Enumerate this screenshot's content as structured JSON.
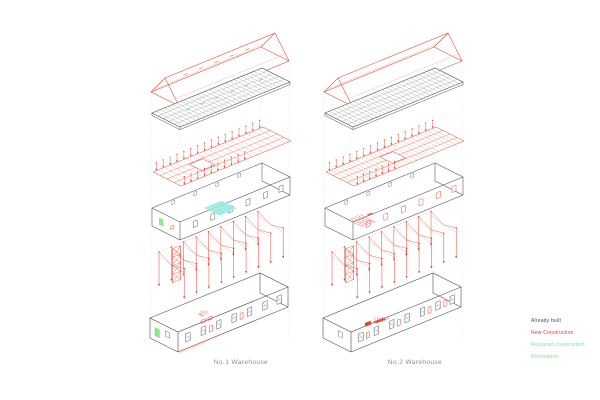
{
  "warehouses": [
    {
      "label": "No.1 Warehouse"
    },
    {
      "label": "No.2 Warehouse"
    }
  ],
  "legend": {
    "items": [
      {
        "id": "already-built",
        "label": "Already built",
        "color": "#4d4d4d"
      },
      {
        "id": "new-construction",
        "label": "New Construction",
        "color": "#e8402e"
      },
      {
        "id": "replaced-construction",
        "label": "Replaced construction",
        "color": "#5fe3da"
      },
      {
        "id": "renovation",
        "label": "Renovation",
        "color": "#7de67d"
      }
    ]
  },
  "colors": {
    "red": "#de4634",
    "red_light": "#efa59b",
    "dark": "#4d4d4d",
    "mid": "#8a8a8a",
    "cyan": "#9ae9e3",
    "cyan_strong": "#5fe3da",
    "green": "#8ce88c",
    "green_dark": "#5ecf5e",
    "guide": "#cfcfcf",
    "label": "#8d8d8d"
  }
}
